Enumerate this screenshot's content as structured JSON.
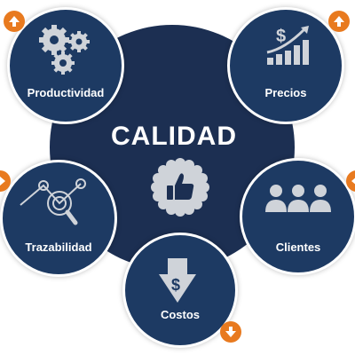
{
  "center": {
    "title": "CALIDAD",
    "icon": "thumbs-up-badge-icon"
  },
  "nodes": {
    "productividad": {
      "label": "Productividad",
      "icon": "gears-icon"
    },
    "precios": {
      "label": "Precios",
      "icon": "dollar-growth-chart-icon"
    },
    "trazabilidad": {
      "label": "Trazabilidad",
      "icon": "network-magnifier-icon"
    },
    "clientes": {
      "label": "Clientes",
      "icon": "people-group-icon"
    },
    "costos": {
      "label": "Costos",
      "icon": "dollar-down-arrow-icon"
    }
  },
  "colors": {
    "center_fill": "#1c2f52",
    "node_fill": "#1d3a63",
    "icon_gray": "#cfd3d9",
    "arrow_orange": "#e87a1f"
  }
}
